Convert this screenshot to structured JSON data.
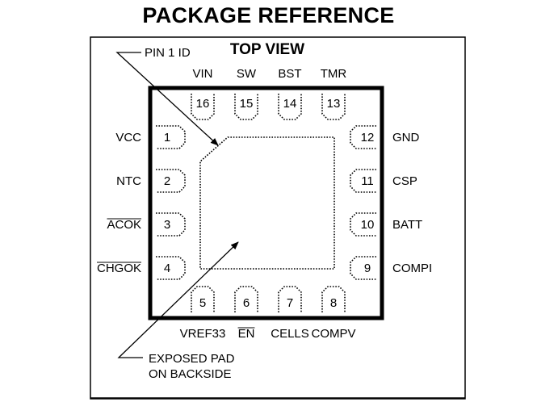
{
  "title": "PACKAGE REFERENCE",
  "view_label": "TOP VIEW",
  "pin1_label": "PIN 1 ID",
  "exposed_pad_label": [
    "EXPOSED PAD",
    "ON BACKSIDE"
  ],
  "pins_left": [
    {
      "number": "1",
      "name": "VCC",
      "overline": false
    },
    {
      "number": "2",
      "name": "NTC",
      "overline": false
    },
    {
      "number": "3",
      "name": "ACOK",
      "overline": true
    },
    {
      "number": "4",
      "name": "CHGOK",
      "overline": true
    }
  ],
  "pins_bottom": [
    {
      "number": "5",
      "name": "VREF33",
      "overline": false
    },
    {
      "number": "6",
      "name": "EN",
      "overline": true
    },
    {
      "number": "7",
      "name": "CELLS",
      "overline": false
    },
    {
      "number": "8",
      "name": "COMPV",
      "overline": false
    }
  ],
  "pins_right": [
    {
      "number": "9",
      "name": "COMPI",
      "overline": false
    },
    {
      "number": "10",
      "name": "BATT",
      "overline": false
    },
    {
      "number": "11",
      "name": "CSP",
      "overline": false
    },
    {
      "number": "12",
      "name": "GND",
      "overline": false
    }
  ],
  "pins_top": [
    {
      "number": "13",
      "name": "TMR",
      "overline": false
    },
    {
      "number": "14",
      "name": "BST",
      "overline": false
    },
    {
      "number": "15",
      "name": "SW",
      "overline": false
    },
    {
      "number": "16",
      "name": "VIN",
      "overline": false
    }
  ]
}
